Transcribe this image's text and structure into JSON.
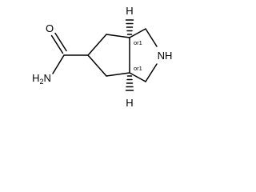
{
  "molecule": {
    "amide_oxygen": "O",
    "amide_nitrogen": "NH",
    "amide_h2_subscript": "2",
    "amide_h2_suffix": "H",
    "ring_nitrogen": "NH",
    "stereo_hydrogen_top": "H",
    "stereo_hydrogen_bottom": "H",
    "stereo_label_top": "or1",
    "stereo_label_bottom": "or1"
  }
}
